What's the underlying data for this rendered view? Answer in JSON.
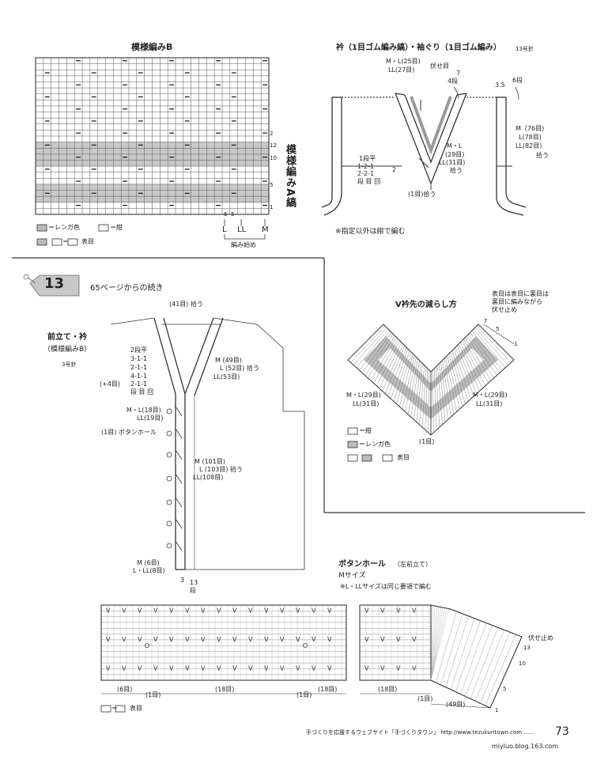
{
  "pattern_b": {
    "title": "模様編みB",
    "side_label": "模様編みA縞",
    "row_nums": [
      "2",
      "12",
      "10",
      "5",
      "1"
    ],
    "col_nums": [
      "6",
      "5"
    ],
    "sizes": [
      "L",
      "LL",
      "M"
    ],
    "start_label": "編み始め",
    "legend": {
      "renga": "＝レンガ色",
      "kon": "＝紺",
      "omote": "＝",
      "omote_text": "表目"
    }
  },
  "collar": {
    "title": "衿（1目ゴム編み縞）・袖ぐり（1目ゴム編み）",
    "needle": "13号針",
    "m_l_25": "M・L(25目)",
    "ll_27": "LL(27目)",
    "fusedome": "伏せ目",
    "seven": "7",
    "four_dan": "4段",
    "three5": "3.5",
    "six_dan": "6段",
    "m_l_29": "M・L",
    "count_29": "(29目)",
    "ll_31": "LL(31目)",
    "hirou": "拾う",
    "decrease": [
      "1段平",
      "1-2-1",
      "2-2-1",
      "段 目 回"
    ],
    "two": "2",
    "one_hirou": "(1目)拾う",
    "m76": "M（76目)",
    "l78": "L(78目)",
    "ll82": "LL(82目)",
    "hirou2": "拾う",
    "note": "※指定以外は紺で編む"
  },
  "tag": {
    "number": "13",
    "cont": "65ページからの続き"
  },
  "front": {
    "top_count": "(41目) 拾う",
    "title": "前立て・衿",
    "sub": "（模様編みB）",
    "needle": "3号針",
    "dec": [
      "2段平",
      "3-1-1",
      "2-1-1",
      "4-1-1",
      "2-1-1",
      "段 目 回"
    ],
    "plus4": "(+4目)",
    "m49": "M (49目)",
    "l52": "L (52目) 拾う",
    "ll53": "LL(53目)",
    "ml18": "M・L(18目)",
    "ll19": "LL(19目)",
    "button": "(1目) ボタンホール",
    "m101": "M (101目)",
    "l103": "L (103目) 拾う",
    "ll108": "LL(108目)",
    "m6": "M (6目)",
    "lll8": "L・LL(8目)",
    "three": "3",
    "thirteen": "13",
    "dan": "段"
  },
  "vcollar": {
    "title": "V衿先の減らし方",
    "note": [
      "表目は表目に裏目は",
      "裏目に編みながら",
      "伏せ止め"
    ],
    "seven": "7",
    "five": "5",
    "one": "1",
    "ml29_l": "M・L(29目)",
    "ll31_l": "LL(31目)",
    "ml29_r": "M・L(29目)",
    "ll31_r": "LL(31目)",
    "center": "(1目)",
    "legend_kon": "＝紺",
    "legend_renga": "＝レンガ色",
    "legend_omote": "表目"
  },
  "buttonhole": {
    "title": "ボタンホール",
    "title_sub": "（左前立て）",
    "size": "Mサイズ",
    "note": "※L・LLサイズは同じ要領で編む",
    "bottom": [
      "(6目)",
      "(1目)",
      "(18目)",
      "(1目)",
      "(18目)",
      "(18目)",
      "(1目)",
      "(49目)"
    ],
    "right": [
      "伏せ止め",
      "13",
      "10",
      "5",
      "1"
    ],
    "legend": "＝",
    "legend_text": "表目"
  },
  "footer": {
    "text": "手づくりを応援するウェブサイト「手づくりタウン」 http://www.tezukuritown.com ......",
    "page": "73",
    "watermark": "miyluo.blog.163.com"
  }
}
